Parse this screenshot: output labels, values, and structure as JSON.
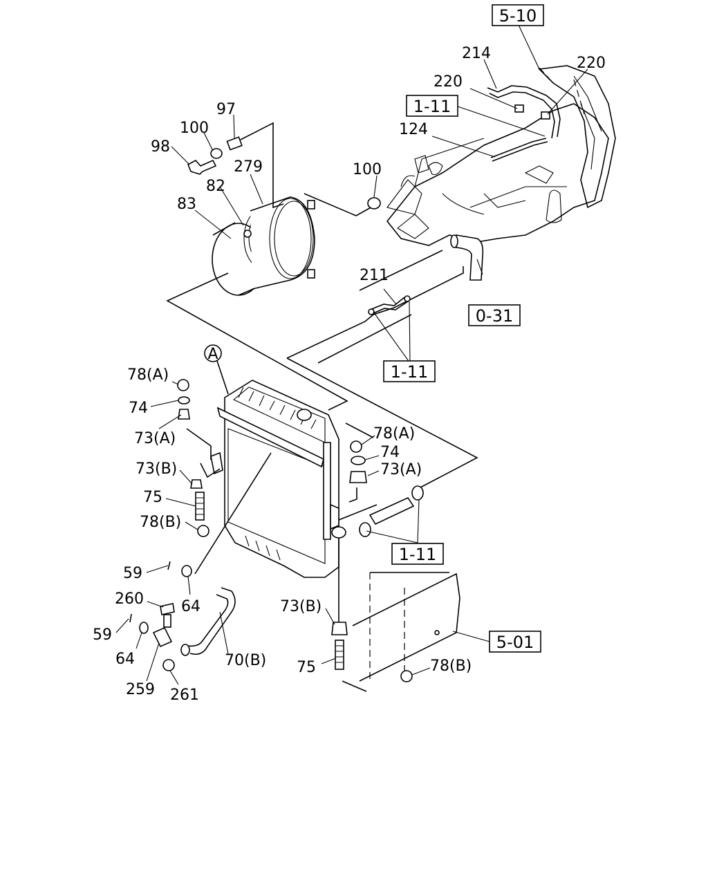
{
  "diagram": {
    "part_labels": {
      "p214": "214",
      "p220a": "220",
      "p220b": "220",
      "p124": "124",
      "p97": "97",
      "p100a": "100",
      "p100b": "100",
      "p98": "98",
      "p279": "279",
      "p82": "82",
      "p83": "83",
      "p211": "211",
      "p78a1": "78(A)",
      "p74a": "74",
      "p73a1": "73(A)",
      "p73b1": "73(B)",
      "p75a": "75",
      "p78b1": "78(B)",
      "p78a2": "78(A)",
      "p74b": "74",
      "p73a2": "73(A)",
      "p59a": "59",
      "p64a": "64",
      "p260": "260",
      "p59b": "59",
      "p64b": "64",
      "p70b": "70(B)",
      "p259": "259",
      "p261": "261",
      "p73b2": "73(B)",
      "p75b": "75",
      "p78b2": "78(B)",
      "callout_a": "A"
    },
    "refs": {
      "r510": "5-10",
      "r111a": "1-11",
      "r031": "0-31",
      "r111b": "1-11",
      "r111c": "1-11",
      "r501": "5-01"
    }
  }
}
